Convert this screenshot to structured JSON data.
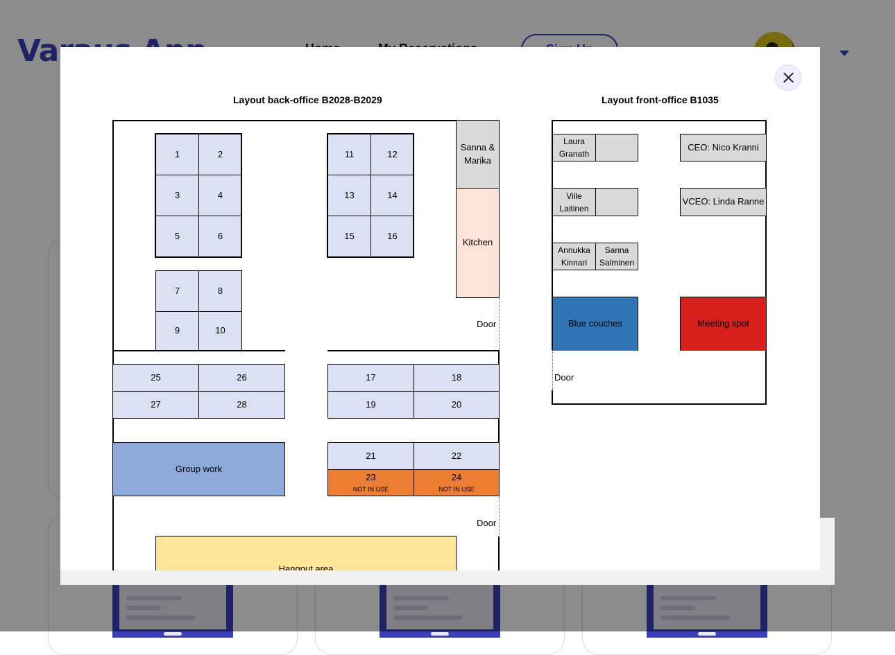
{
  "app": {
    "logo": "Varaus App",
    "nav": [
      "Home",
      "My Reservations"
    ],
    "nav_button": "Sign Up"
  },
  "modal": {
    "close_icon": "close-icon",
    "back_office": {
      "title": "Layout back-office B2028-B2029",
      "desks": [
        "1",
        "2",
        "3",
        "4",
        "5",
        "6",
        "7",
        "8",
        "9",
        "10",
        "11",
        "12",
        "13",
        "14",
        "15",
        "16",
        "17",
        "18",
        "19",
        "20",
        "21",
        "22",
        "25",
        "26",
        "27",
        "28"
      ],
      "desk_23": "23",
      "desk_24": "24",
      "not_in_use": "NOT IN USE",
      "sanna_marika": [
        "Sanna &",
        "Marika"
      ],
      "kitchen": "Kitchen",
      "group_work": "Group work",
      "hangout": "Hangout area",
      "door": "Door"
    },
    "front_office": {
      "title": "Layout front-office B1035",
      "laura": [
        "Laura",
        "Granath"
      ],
      "ville": [
        "Ville",
        "Laitinen"
      ],
      "annukka": [
        "Annukka",
        "Kinnari"
      ],
      "sanna_s": [
        "Sanna",
        "Salminen"
      ],
      "ceo": "CEO: Nico Kranni",
      "vceo": "VCEO: Linda Ranne",
      "blue_couches": "Blue couches",
      "meeting_spot": "Meeting spot",
      "door": "Door"
    }
  },
  "colors": {
    "brand": "#3a3fb8",
    "desk": "#dbe1f2",
    "kitchen": "#fde3d8",
    "group_work": "#8eaadb",
    "not_in_use": "#ed7d31",
    "blue_couches": "#2e75b6",
    "meeting_spot": "#d61f1a",
    "hangout": "#ffe598"
  }
}
